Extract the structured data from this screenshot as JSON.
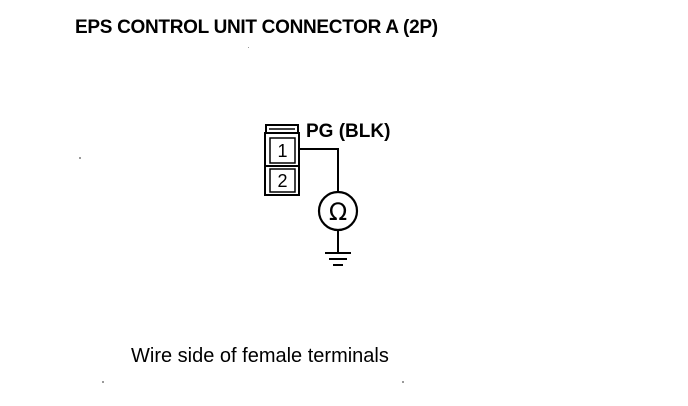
{
  "title": "EPS CONTROL UNIT CONNECTOR A (2P)",
  "connector": {
    "pins": [
      {
        "number": "1"
      },
      {
        "number": "2"
      }
    ],
    "wire_label": "PG (BLK)"
  },
  "meter": {
    "symbol": "Ω",
    "icon": "ohmmeter-icon"
  },
  "ground": {
    "icon": "ground-icon"
  },
  "caption": "Wire side of female terminals",
  "colors": {
    "line": "#000000",
    "background": "#ffffff"
  }
}
